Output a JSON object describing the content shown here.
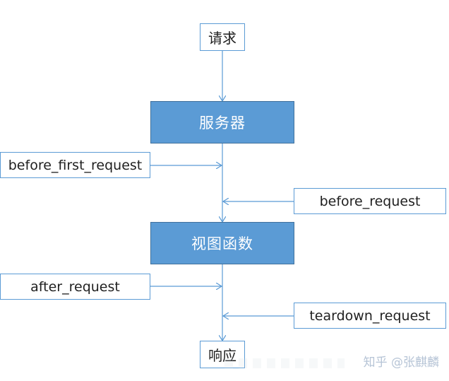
{
  "nodes": {
    "request": "请求",
    "server": "服务器",
    "view_function": "视图函数",
    "response": "响应"
  },
  "hooks": {
    "before_first_request": "before_first_request",
    "before_request": "before_request",
    "after_request": "after_request",
    "teardown_request": "teardown_request"
  },
  "watermark": {
    "text": "知乎 @张麒麟"
  },
  "colors": {
    "box_fill": "#5b9bd5",
    "box_border": "#41719c",
    "outline": "#5b9bd5",
    "arrow": "#5b9bd5"
  }
}
